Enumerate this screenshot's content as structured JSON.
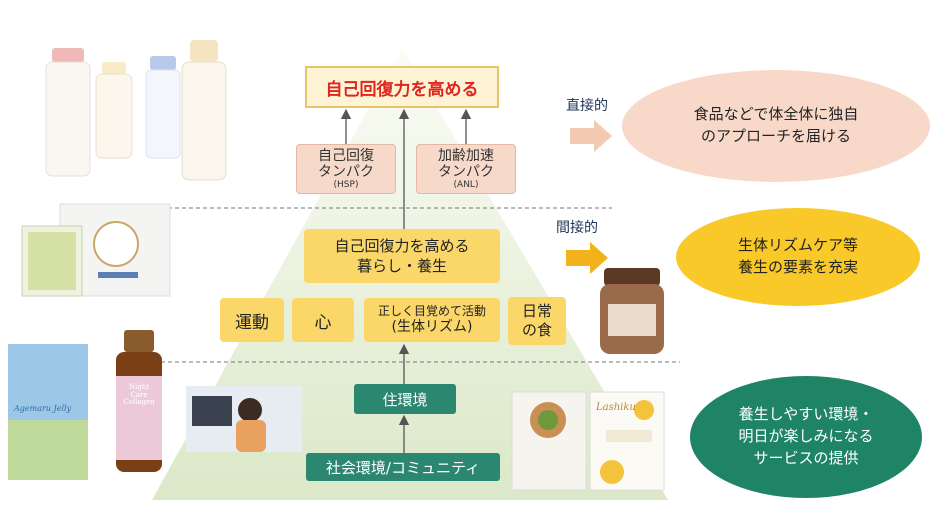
{
  "pyramid": {
    "top_goal": "自己回復力を高める",
    "proteins": [
      {
        "name": "自己回復\nタンパク",
        "abbr": "(HSP)"
      },
      {
        "name": "加齢加速\nタンパク",
        "abbr": "(ANL)"
      }
    ],
    "lifestyle": {
      "line1": "自己回復力を高める",
      "line2": "暮らし・養生"
    },
    "factors": {
      "exercise": "運動",
      "mind": "心",
      "rhythm_line1": "正しく目覚めて活動",
      "rhythm_line2": "(生体リズム)",
      "meal_line1": "日常",
      "meal_line2": "の食"
    },
    "environment": "住環境",
    "community": "社会環境/コミュニティ"
  },
  "channels": {
    "direct": {
      "label": "直接的",
      "line1": "食品などで体全体に独自",
      "line2": "のアプローチを届ける"
    },
    "indirect": {
      "label": "間接的",
      "line1": "生体リズムケア等",
      "line2": "養生の要素を充実"
    },
    "environment": {
      "line1": "養生しやすい環境・",
      "line2": "明日が楽しみになる",
      "line3": "サービスの提供"
    }
  },
  "products": {
    "collagen_label": "Night Care Collagen",
    "tea_label": "Lashiku",
    "card_label": "Agemaru Jelly"
  },
  "colors": {
    "pyramid": "#dfeacc",
    "goal_text": "#e0251e",
    "protein_box": "#f7d9c9",
    "yellow_box": "#fbd76a",
    "green_box": "#2b8770",
    "oval_peach": "#f8d9c9",
    "oval_yellow": "#f9c92a",
    "oval_green": "#1f8466"
  }
}
